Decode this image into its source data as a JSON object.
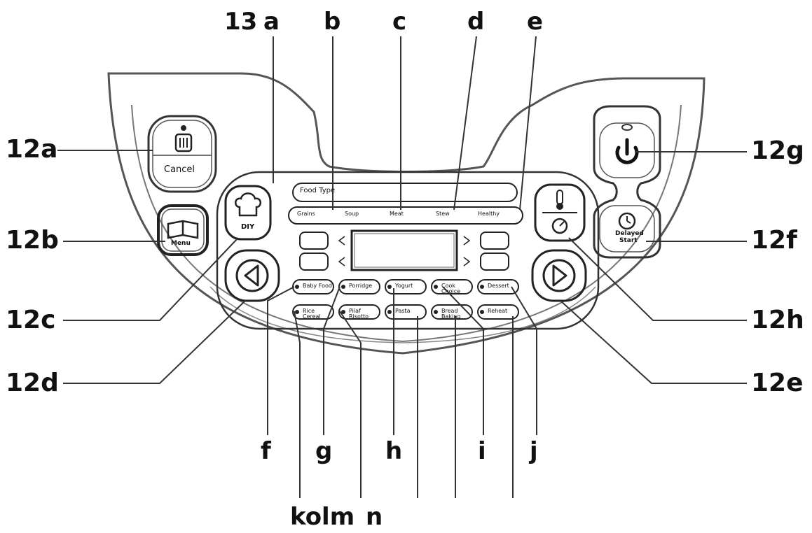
{
  "callouts": {
    "top_13": "13",
    "a": "a",
    "b": "b",
    "c": "c",
    "d": "d",
    "e": "e",
    "c12a": "12a",
    "c12b": "12b",
    "c12c": "12c",
    "c12d": "12d",
    "c12g": "12g",
    "c12f": "12f",
    "c12h": "12h",
    "c12e": "12e",
    "f": "f",
    "g": "g",
    "h": "h",
    "i": "i",
    "j": "j",
    "kolm": "kolm",
    "n": "n"
  },
  "panel": {
    "cancel_label": "Cancel",
    "menu_label": "Menu",
    "diy_label": "DIY",
    "delayed_start_line1": "Delayed",
    "delayed_start_line2": "Start",
    "food_type_label": "Food Type",
    "food_row": [
      "Grains",
      "Soup",
      "Meat",
      "Stew",
      "Healthy"
    ],
    "programs_row1": [
      "Baby Food",
      "Porridge",
      "Yogurt",
      "Cook Choice",
      "Dessert"
    ],
    "programs_row2": [
      "Rice Cereal",
      "Pilaf Risotto",
      "Pasta",
      "Bread Baking",
      "Reheat"
    ]
  },
  "icons": [
    "cancel-icon",
    "menu-book-icon",
    "chef-hat-icon",
    "power-icon",
    "thermometer-icon",
    "timer-icon",
    "clock-icon",
    "arrow-left-icon",
    "arrow-right-icon"
  ]
}
